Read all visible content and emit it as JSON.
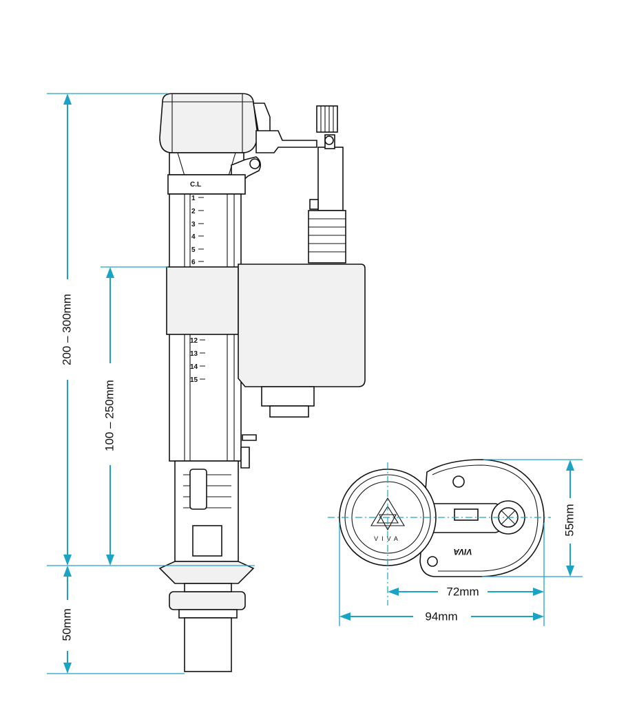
{
  "dimensions": {
    "overall_height": "200 – 300mm",
    "float_height": "100 – 250mm",
    "thread_length": "50mm",
    "top_view_depth": "55mm",
    "top_view_offset": "72mm",
    "top_view_width": "94mm"
  },
  "valve_scale": {
    "top_mark": "C.L",
    "upper_marks": [
      "1",
      "2",
      "3",
      "4",
      "5",
      "6"
    ],
    "lower_marks": [
      "12",
      "13",
      "14",
      "15"
    ]
  },
  "brand": {
    "logo_text": "VIVA",
    "embossed_text": "VIVA"
  },
  "colors": {
    "dimension_lines": "#1aa3c4",
    "outline": "#111111"
  }
}
